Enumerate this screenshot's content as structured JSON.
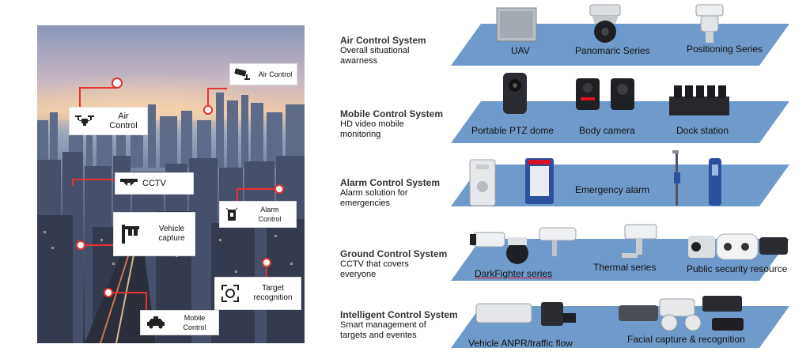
{
  "city_panel": {
    "callouts": [
      {
        "label": "Air\nControl",
        "icon": "drone-icon"
      },
      {
        "label": "Air Control",
        "icon": "camera-icon"
      },
      {
        "label": "CCTV",
        "icon": "dome-camera-icon"
      },
      {
        "label": "Alarm\nControl",
        "icon": "alarm-button-icon"
      },
      {
        "label": "Vehicle\ncapture",
        "icon": "vehicle-capture-icon"
      },
      {
        "label": "Target\nrecognition",
        "icon": "face-recognition-icon"
      },
      {
        "label": "Mobile\nControl",
        "icon": "car-icon"
      }
    ],
    "accent": "#e8322d"
  },
  "systems": [
    {
      "title": "Air Control System",
      "desc": "Overall situational awarness",
      "products": [
        "UAV",
        "Panomaric Series",
        "Positioning Series"
      ]
    },
    {
      "title": "Mobile Control System",
      "desc": "HD video mobile monitoring",
      "products": [
        "Portable PTZ dome",
        "Body camera",
        "Dock station"
      ]
    },
    {
      "title": "Alarm Control System",
      "desc": "Alarm solution for emergencies",
      "products": [
        "Emergency alarm"
      ]
    },
    {
      "title": "Ground Control System",
      "desc": "CCTV that covers everyone",
      "products": [
        "DarkFighter series",
        "Thermal series",
        "Public security resource"
      ]
    },
    {
      "title": "Intelligent Control System",
      "desc": "Smart management of targets and eventes",
      "products": [
        "Vehicle ANPR/traffic flow",
        "Facial capture & recognition"
      ]
    }
  ],
  "colors": {
    "plane": "#6f9bcc",
    "plane_light": "#8db2da"
  }
}
